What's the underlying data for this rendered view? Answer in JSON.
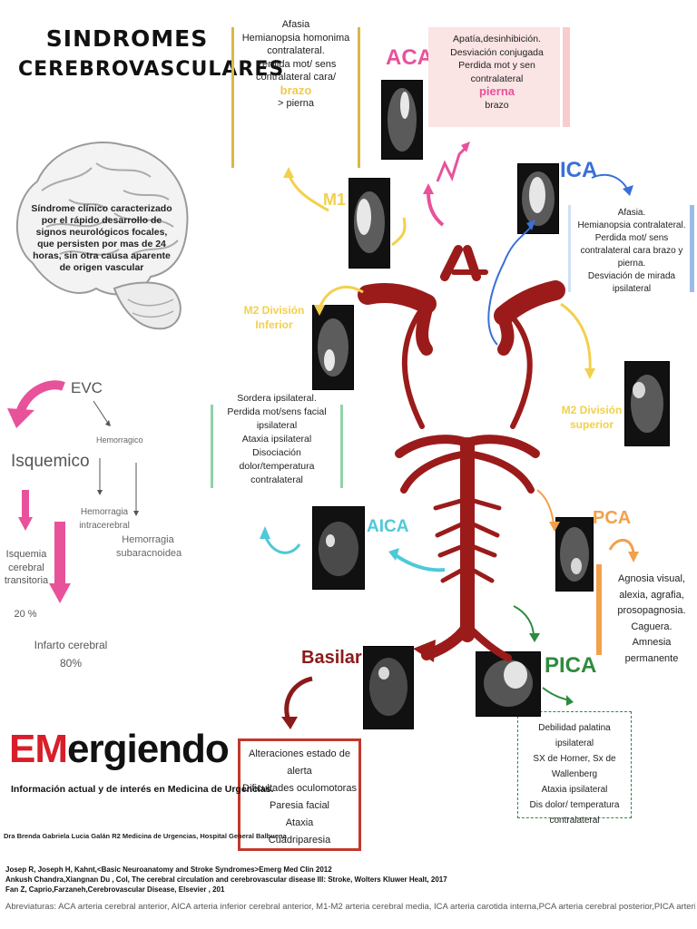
{
  "title": {
    "line1": "SINDROMES",
    "line2": "CEREBROVASCULARES"
  },
  "definition": "Síndrome clínico caracterizado por el rápido desarrollo de signos neurológicos focales, que persisten por mas de 24 horas, sin otra causa aparente de origen vascular",
  "classification": {
    "evc": "EVC",
    "hemorragico": "Hemorragico",
    "isquemico": "Isquemico",
    "hem_intracerebral": "Hemorragia intracerebral",
    "hem_subaracnoidea": "Hemorragia subaracnoidea",
    "isquemia_transitoria": "Isquemia cerebral transitoria",
    "isquemia_pct": "20 %",
    "infarto": "Infarto cerebral",
    "infarto_pct": "80%"
  },
  "m1": {
    "label": "M1",
    "lines": [
      "Afasia",
      "Hemianopsia homonima contralateral.",
      "Perdida mot/ sens contralateral cara/"
    ],
    "highlight": "brazo",
    "tail": "> pierna"
  },
  "aca": {
    "label": "ACA",
    "lines": [
      "Apatía,desinhibición.",
      "Desviación conjugada",
      "Perdida mot y sen contralateral"
    ],
    "highlight": "pierna",
    "tail": "brazo"
  },
  "ica": {
    "label": "ICA",
    "lines": [
      "Afasia.",
      "Hemianopsia contralateral.",
      "Perdida mot/ sens contralateral cara brazo y pierna.",
      "Desviación de mirada ipsilateral"
    ]
  },
  "m2_inferior": {
    "label": "M2 División Inferior"
  },
  "m2_superior": {
    "label": "M2 División superior"
  },
  "aica": {
    "label": "AICA",
    "lines": [
      "Sordera ipsilateral.",
      "Perdida mot/sens facial ipsilateral",
      "Ataxia ipsilateral",
      "Disociación dolor/temperatura contralateral"
    ]
  },
  "pca": {
    "label": "PCA",
    "lines": [
      "Agnosia visual,",
      "alexia, agrafia,",
      "prosopagnosia.",
      "Caguera.",
      "Amnesia permanente"
    ]
  },
  "pica": {
    "label": "PICA",
    "lines": [
      "Debilidad palatina ipsilateral",
      "SX de Horner, Sx de Wallenberg",
      "Ataxia ipsilateral",
      "Dis dolor/ temperatura contralateral"
    ]
  },
  "basilar": {
    "label": "Basilar",
    "lines": [
      "Alteraciones estado de alerta",
      "Dificultades oculomotoras",
      "Paresia facial",
      "Ataxia",
      "Cuadriparesia"
    ]
  },
  "brand": {
    "em": "EM",
    "rest": "ergiendo",
    "tagline": "Información actual y de interés en Medicina de Urgencias."
  },
  "author": "Dra Brenda Gabriela Lucia Galán R2 Medicina de Urgencias, Hospital General Balbuena",
  "references": [
    "Josep R, Joseph H, Kahnt,<Basic Neuroanatomy and Stroke Syndromes>Emerg Med Clin 2012",
    "Ankush Chandra,Xiangnan Du , Col, The cerebral circulation and cerebrovascular disease III: Stroke, Wolters Kluwer Healt, 2017",
    "Fan Z, Caprio,Farzaneh,Cerebrovascular Disease, Elsevier , 201"
  ],
  "abbreviations": "Abreviaturas: ACA arteria cerebral anterior, AICA arteria inferior cerebral anterior, M1-M2 arteria cerebral media, ICA arteria carotida interna,PCA arteria cerebral posterior,PICA arteria cerebral posterior inferior",
  "colors": {
    "aca": "#e8529a",
    "ica": "#3a6fd8",
    "m1": "#f2d04b",
    "aica": "#4ec9d8",
    "pca": "#f2a04b",
    "pica": "#2e8b3e",
    "basilar": "#8b1a1a",
    "artery": "#9b1b1b",
    "brand_red": "#d81e2a"
  }
}
